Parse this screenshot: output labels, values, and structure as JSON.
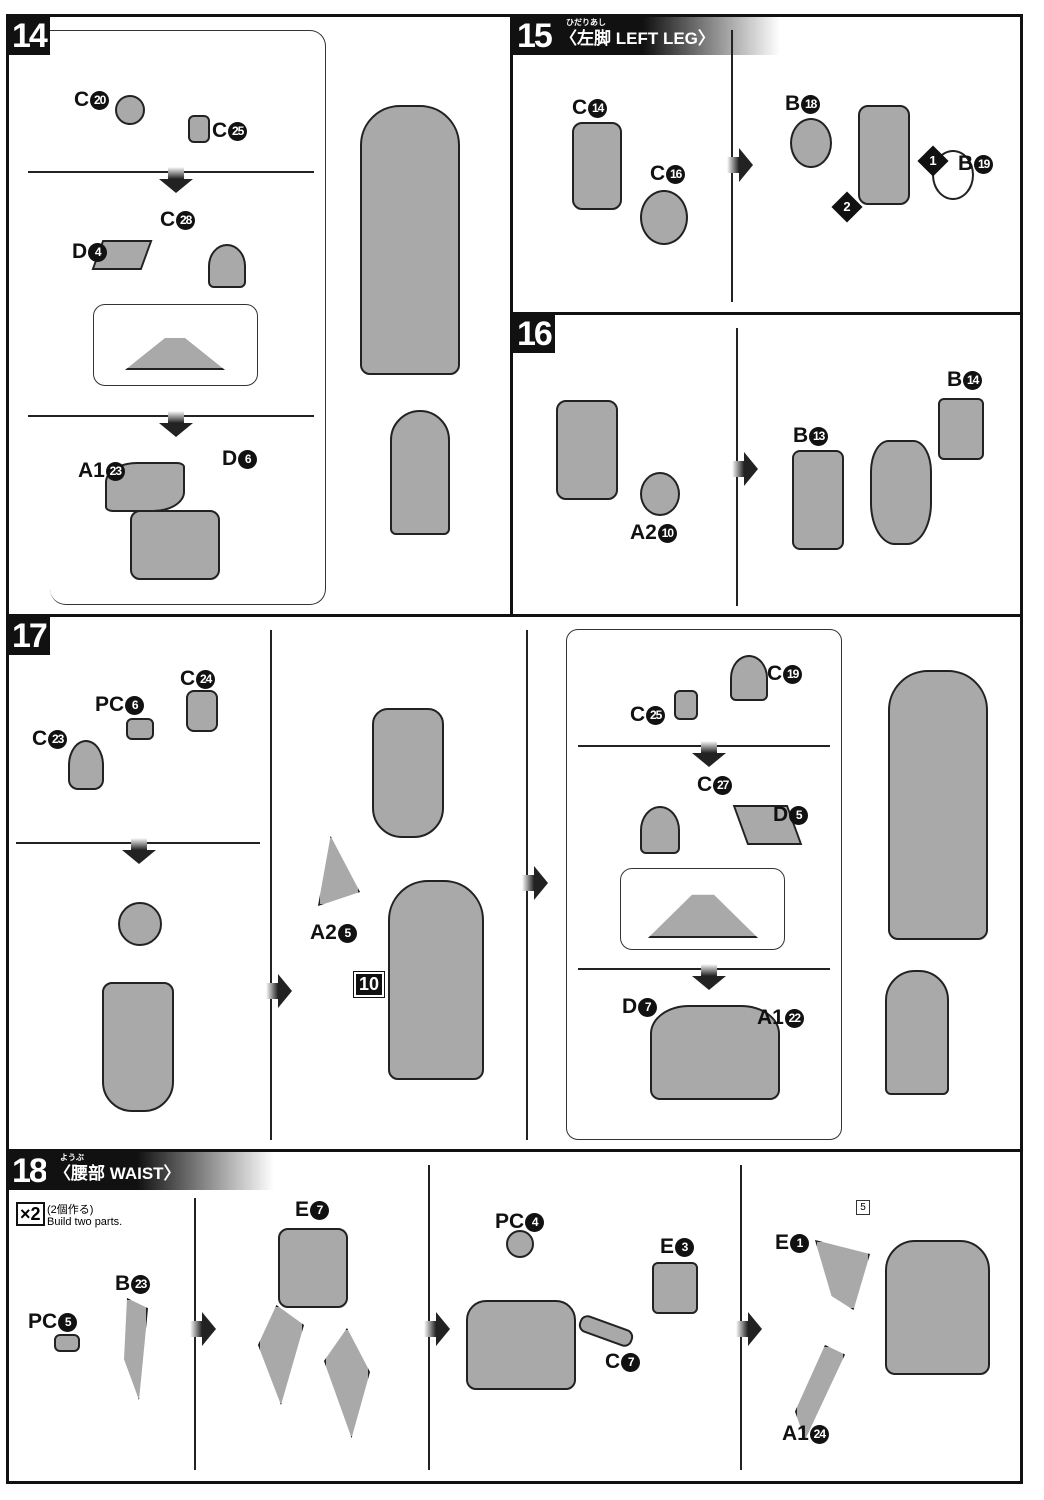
{
  "steps": {
    "s14": {
      "number": "14"
    },
    "s15": {
      "number": "15",
      "ruby": "ひだりあし",
      "title": "〈左脚 LEFT LEG〉"
    },
    "s16": {
      "number": "16"
    },
    "s17": {
      "number": "17",
      "ref_box": "10"
    },
    "s18": {
      "number": "18",
      "ruby": "ようぶ",
      "title": "〈腰部 WAIST〉",
      "multiplier": "×2",
      "note_ja": "(2個作る)",
      "note_en": "Build two parts.",
      "sticker": "5"
    }
  },
  "labels": {
    "s14": [
      {
        "l": "C",
        "n": "20"
      },
      {
        "l": "C",
        "n": "25"
      },
      {
        "l": "C",
        "n": "28"
      },
      {
        "l": "D",
        "n": "4"
      },
      {
        "l": "A1",
        "n": "23"
      },
      {
        "l": "D",
        "n": "6"
      }
    ],
    "s15": [
      {
        "l": "C",
        "n": "14"
      },
      {
        "l": "C",
        "n": "16"
      },
      {
        "l": "B",
        "n": "18"
      },
      {
        "l": "B",
        "n": "19"
      }
    ],
    "s15_order": [
      "1",
      "2"
    ],
    "s16": [
      {
        "l": "B",
        "n": "14"
      },
      {
        "l": "B",
        "n": "13"
      },
      {
        "l": "A2",
        "n": "10"
      }
    ],
    "s17": [
      {
        "l": "C",
        "n": "24"
      },
      {
        "l": "PC",
        "n": "6"
      },
      {
        "l": "C",
        "n": "23"
      },
      {
        "l": "A2",
        "n": "5"
      },
      {
        "l": "C",
        "n": "19"
      },
      {
        "l": "C",
        "n": "25"
      },
      {
        "l": "C",
        "n": "27"
      },
      {
        "l": "D",
        "n": "5"
      },
      {
        "l": "D",
        "n": "7"
      },
      {
        "l": "A1",
        "n": "22"
      }
    ],
    "s18": [
      {
        "l": "E",
        "n": "7"
      },
      {
        "l": "B",
        "n": "23"
      },
      {
        "l": "PC",
        "n": "5"
      },
      {
        "l": "PC",
        "n": "4"
      },
      {
        "l": "E",
        "n": "3"
      },
      {
        "l": "C",
        "n": "7"
      },
      {
        "l": "E",
        "n": "1"
      },
      {
        "l": "A1",
        "n": "24"
      }
    ]
  }
}
